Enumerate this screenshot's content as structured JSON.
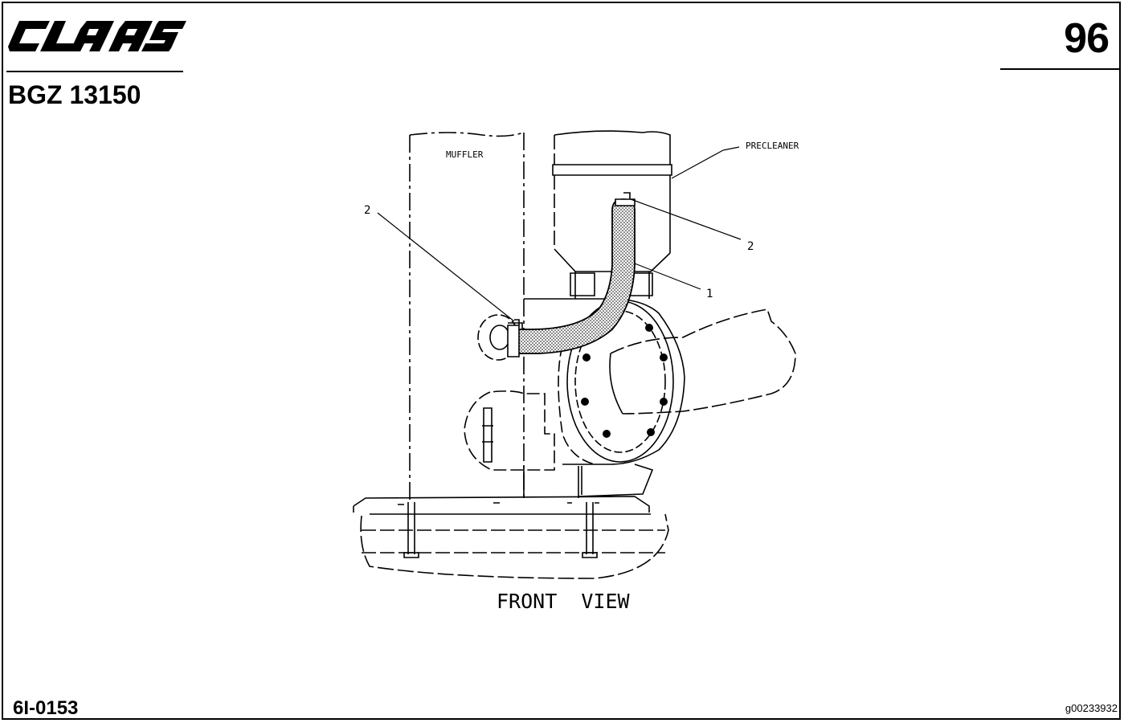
{
  "header": {
    "brand": "CLAAS",
    "page_number": "96",
    "document_id": "BGZ 13150"
  },
  "diagram": {
    "labels": {
      "muffler": "MUFFLER",
      "precleaner": "PRECLEANER",
      "callout_2_left": "2",
      "callout_2_right": "2",
      "callout_1": "1"
    },
    "caption": "FRONT  VIEW"
  },
  "footer": {
    "drawing_code": "6I-0153",
    "image_id": "g00233932"
  }
}
